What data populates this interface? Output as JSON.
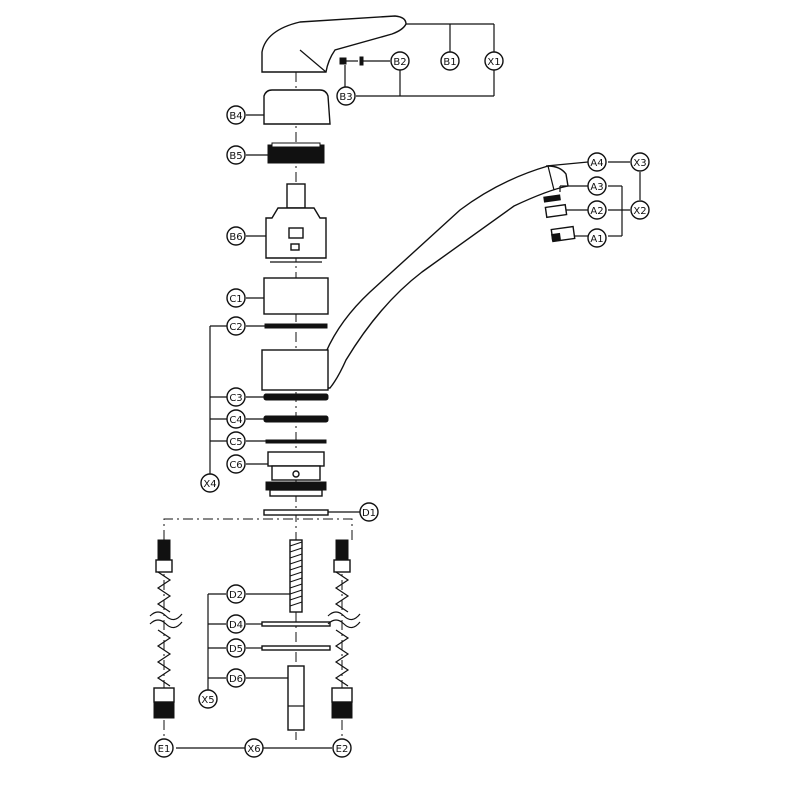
{
  "diagram": {
    "labels": {
      "A1": "A1",
      "A2": "A2",
      "A3": "A3",
      "A4": "A4",
      "B1": "B1",
      "B2": "B2",
      "B3": "B3",
      "B4": "B4",
      "B5": "B5",
      "B6": "B6",
      "C1": "C1",
      "C2": "C2",
      "C3": "C3",
      "C4": "C4",
      "C5": "C5",
      "C6": "C6",
      "D1": "D1",
      "D2": "D2",
      "D4": "D4",
      "D5": "D5",
      "D6": "D6",
      "E1": "E1",
      "E2": "E2",
      "X1": "X1",
      "X2": "X2",
      "X3": "X3",
      "X4": "X4",
      "X5": "X5",
      "X6": "X6"
    }
  }
}
